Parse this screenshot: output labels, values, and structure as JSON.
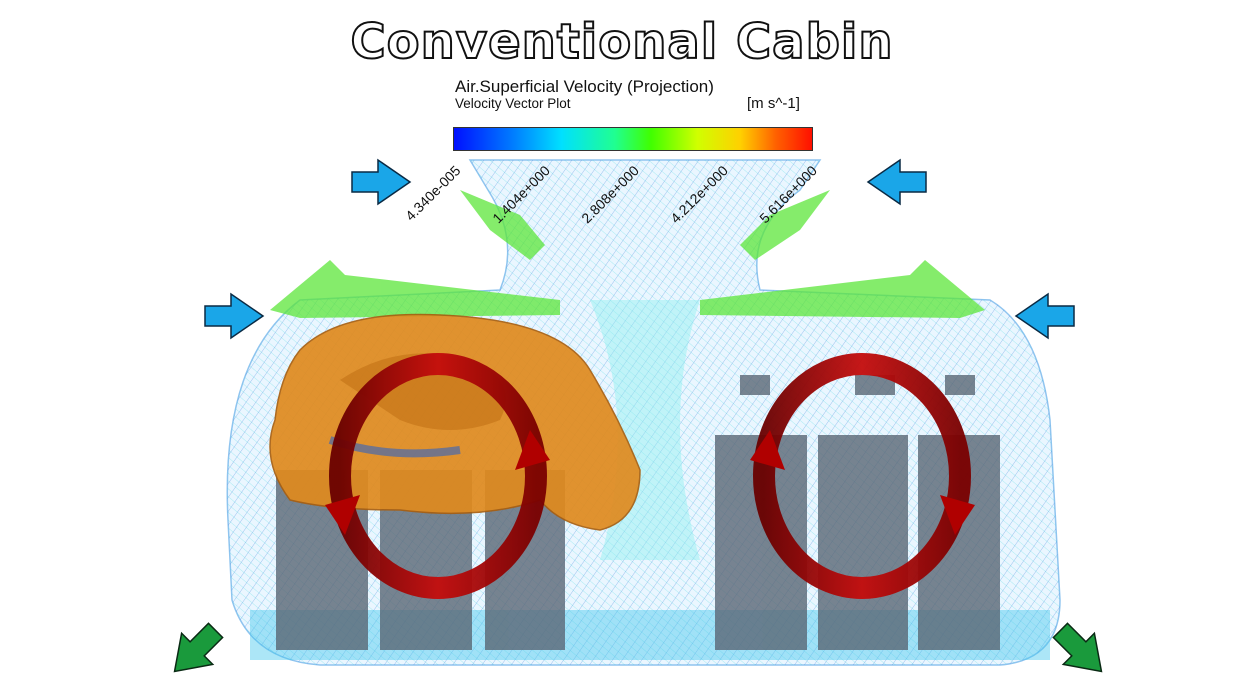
{
  "title": "Conventional Cabin",
  "legend": {
    "title": "Air.Superficial Velocity (Projection)",
    "subtitle": "Velocity Vector Plot",
    "unit": "[m s^-1]",
    "ticks": [
      "4.340e-005",
      "1.404e+000",
      "2.808e+000",
      "4.212e+000",
      "5.616e+000"
    ],
    "colormap": [
      "#0010ff",
      "#0080ff",
      "#00e0ff",
      "#20ff90",
      "#40ff00",
      "#d0ff00",
      "#ffd000",
      "#ff6000",
      "#ff1000"
    ]
  },
  "colors": {
    "inlet_arrow": "#1aa6e8",
    "outlet_arrow": "#1a9a3c",
    "circulation_arrow": "#b00000",
    "contaminant_plume": "#e08a1e",
    "equipment_rack": "#5a6775"
  },
  "inlet_arrows": [
    {
      "side": "left",
      "level": "upper"
    },
    {
      "side": "right",
      "level": "upper"
    },
    {
      "side": "left",
      "level": "lower"
    },
    {
      "side": "right",
      "level": "lower"
    }
  ],
  "outlet_arrows": [
    {
      "side": "left"
    },
    {
      "side": "right"
    }
  ],
  "circulation_loops": [
    {
      "side": "left"
    },
    {
      "side": "right"
    }
  ]
}
